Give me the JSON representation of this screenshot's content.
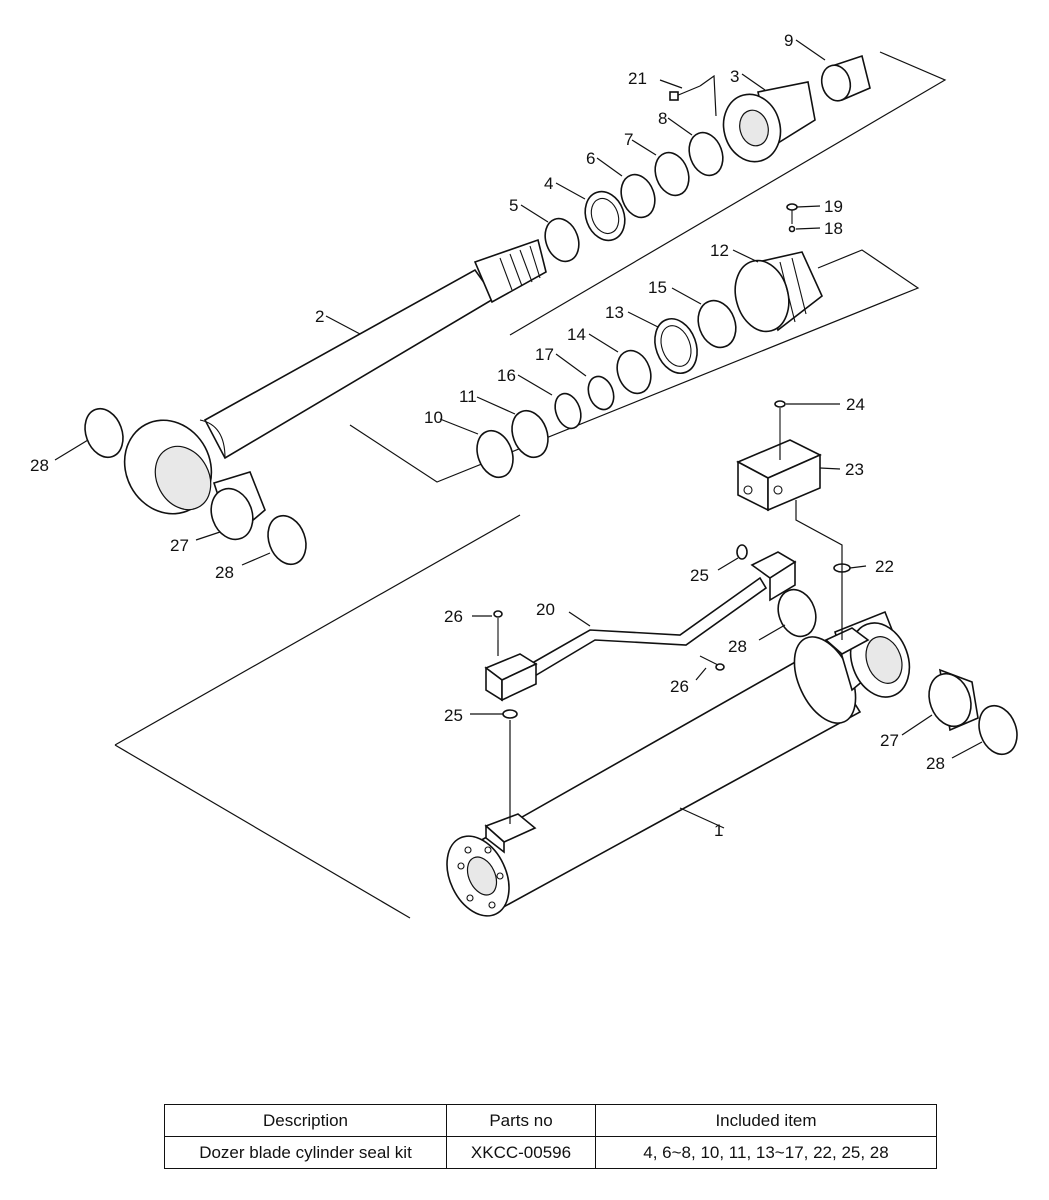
{
  "diagram": {
    "labels": {
      "p1": "1",
      "p2": "2",
      "p3": "3",
      "p4": "4",
      "p5": "5",
      "p6": "6",
      "p7": "7",
      "p8": "8",
      "p9": "9",
      "p10": "10",
      "p11": "11",
      "p12": "12",
      "p13": "13",
      "p14": "14",
      "p15": "15",
      "p16": "16",
      "p17": "17",
      "p18": "18",
      "p19": "19",
      "p20": "20",
      "p21": "21",
      "p22": "22",
      "p23": "23",
      "p24": "24",
      "p25a": "25",
      "p25b": "25",
      "p26a": "26",
      "p26b": "26",
      "p27a": "27",
      "p27b": "27",
      "p28a": "28",
      "p28b": "28",
      "p28c": "28",
      "p28d": "28"
    }
  },
  "table": {
    "headers": {
      "description": "Description",
      "parts_no": "Parts no",
      "included": "Included item"
    },
    "row": {
      "description": "Dozer blade cylinder seal kit",
      "parts_no": "XKCC-00596",
      "included": "4, 6~8, 10, 11, 13~17, 22, 25, 28"
    }
  }
}
